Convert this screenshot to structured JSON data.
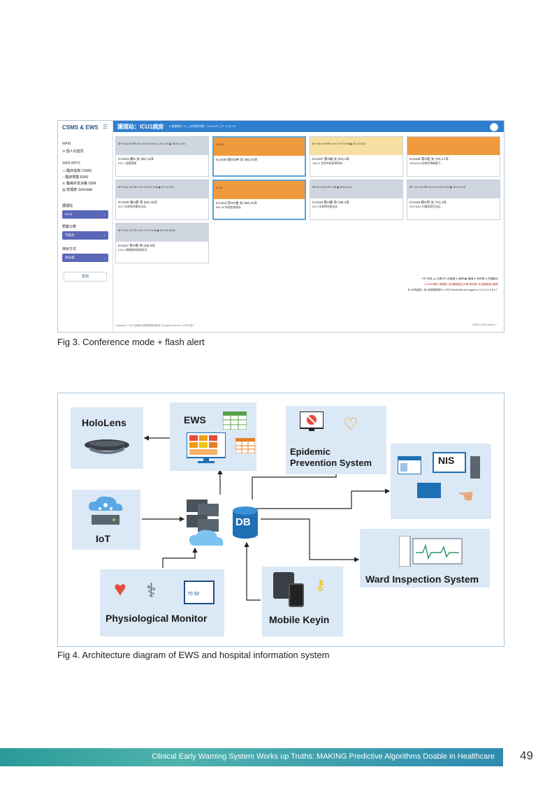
{
  "fig3": {
    "brand": "CSMS & EWS",
    "menu_icon": "hamburger-icon",
    "sidebar": {
      "main_label": "MAIN",
      "personal_home": "個人化首頁",
      "webapps_label": "WEB APPS",
      "apps": [
        "臨床偵測 CSMS",
        "臨床預警 EWS",
        "醫病共享決策 SDM",
        "管理表 Schedule"
      ],
      "unit_label": "護理站",
      "unit_value": "ICU1",
      "score_label": "預警分數",
      "score_value": "不區色",
      "sort_label": "排序方式",
      "sort_value": "依床號",
      "query_button": "查詢"
    },
    "topbar": {
      "title": "護理站：ICU1病房",
      "info": "● 會議模式 on   上次刷新時間：2021/5/5 上午 10:11:34"
    },
    "cards": [
      {
        "head": "gray",
        "bed": "ICU101 鍾O 女 (86) 13天",
        "dx": "K61.1 直腸周膿",
        "vitals": "BP 120 ♦ 69  RR 20 ♦ 24  ♥ 76 ♦ 93 ▲ 97 ♦ 95  ▣ 36.50 ♦ 36.0"
      },
      {
        "head": "orange",
        "bed": "ICU106 劉OO林 女 (85) 34天",
        "dx": "",
        "vitals": "132  51"
      },
      {
        "head": "yellow",
        "bed": "ICU107 張O榆 女 (51) 8天",
        "dx": "J96.01 急性呼吸衰竭併缺...",
        "vitals": "BP 180 ♦ 78  RR 22 ♦ 7  ♥ 70 ♦ 58  ▣ 36.3 ♦ 36.0"
      },
      {
        "head": "orange",
        "bed": "ICU108 李O銘 女 (75) 17天",
        "dx": "S06.6X0A 創傷性蜘蛛膜下...",
        "vitals": ""
      },
      {
        "head": "gray",
        "bed": "ICU109 謝O愛 男 (53) 32天",
        "dx": "I62.9 非創傷性顱內出血",
        "vitals": "BP 133 ♦ 100  RR 19 ♦ 17  ♥ 87 ♦ 98  ▣ 37.3 ♦ 38.2"
      },
      {
        "head": "orange",
        "bed": "ICU113 許OO金 女 (88) 21天",
        "dx": "B81.62 肺部疾病感染",
        "vitals": "39  24"
      },
      {
        "head": "gray",
        "bed": "ICU115 張O嘉 男 (38) 3天",
        "dx": "I61.9 非創傷性腦出血",
        "vitals": "RR 20 ♦ 25  ♥ 87 ♦ 86  ▣ 26.6 ♦ 26.4"
      },
      {
        "head": "gray",
        "bed": "ICU116 劉O月 女 (71) 2天",
        "dx": "S06.360A 大腦挫傷性出血...",
        "vitals": "BP 137 ♦ 93  RR 18 ♦ 21  ♥ 83 ♦ 107  ▣ 36.3 ♦ 13.8"
      },
      {
        "head": "gray",
        "bed": "ICU117 余O榮 男 (53) 5天",
        "dx": "D38.1 細網癌性肺脈狀況...",
        "vitals": "BP 120 ♦ 107  RR 15 ♦ 1  ♥ 76 ♦ 66  ▣ 36.10 ♦ 35.80"
      }
    ],
    "legend": [
      "RR=呼吸 ▲=血氧 BP=血壓值 ♥=脈搏 ▣=體溫 ●=有供氧 ●=意識變化",
      "S=EWS總分 閃藍框=未送異值過往示警 閃紅框=未送異值過往預再",
      "未=未測量數 • 如=使用醫師設M • EWS thresholds and triggers ▸ 0-4 ▸ 3 ▸ 5-6 ▸ 7-"
    ],
    "footer_left": "Copyright © 2020 亞東紀念醫院醫學資訊室. All rights reserved.  |  EWS 簡介",
    "footer_right": "CSMS & EWS System ♡"
  },
  "fig3_caption": "Fig 3. Conference mode + flash alert",
  "fig4": {
    "nodes": {
      "hololens": "HoloLens",
      "ews": "EWS",
      "epidemic_line1": "Epidemic",
      "epidemic_line2": "Prevention System",
      "nis": "NIS",
      "iot": "IoT",
      "db": "DB",
      "ward": "Ward Inspection System",
      "physio": "Physiological Monitor",
      "mobile": "Mobile Keyin",
      "monitor_readout": "70 92"
    },
    "colors": {
      "box": "#dbe8f5",
      "accent": "#1f6fb5",
      "arrow": "#222222"
    }
  },
  "fig4_caption": "Fig 4. Architecture diagram of EWS and hospital information system",
  "banner_text": "Clinical Early Warning System Works up Truths: MAKING Predictive Algorithms Doable in Healthcare",
  "page_number": "49"
}
